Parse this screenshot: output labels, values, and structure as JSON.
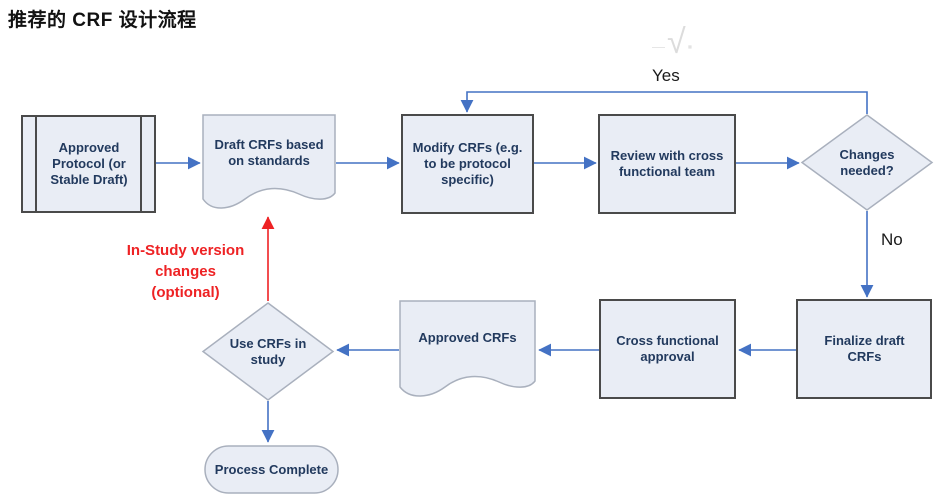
{
  "title": "推荐的 CRF 设计流程",
  "colors": {
    "shape_fill": "#e9edf5",
    "border_dark": "#4a4a4a",
    "border_light": "#a9b0bd",
    "arrow_blue": "#4472c4",
    "annotation_red": "#ee2224",
    "text_navy": "#223a5e"
  },
  "nodes": {
    "approved_protocol": {
      "label": "Approved Protocol (or Stable Draft)",
      "type": "predefined-process"
    },
    "draft_crfs": {
      "label": "Draft CRFs based on standards",
      "type": "document"
    },
    "modify_crfs": {
      "label": "Modify CRFs (e.g. to be protocol specific)",
      "type": "process"
    },
    "review_team": {
      "label": "Review with cross functional team",
      "type": "process"
    },
    "changes_needed": {
      "label": "Changes needed?",
      "type": "decision"
    },
    "finalize_draft": {
      "label": "Finalize draft CRFs",
      "type": "process"
    },
    "cross_approval": {
      "label": "Cross functional approval",
      "type": "process"
    },
    "approved_crfs": {
      "label": "Approved CRFs",
      "type": "document"
    },
    "use_crfs": {
      "label": "Use CRFs in study",
      "type": "decision"
    },
    "process_complete": {
      "label": "Process Complete",
      "type": "terminator"
    }
  },
  "edges": {
    "yes_label": "Yes",
    "no_label": "No"
  },
  "annotation": {
    "in_study_lines": [
      "In-Study version",
      "changes",
      "(optional)"
    ]
  },
  "watermark": {
    "glyph": "√"
  }
}
